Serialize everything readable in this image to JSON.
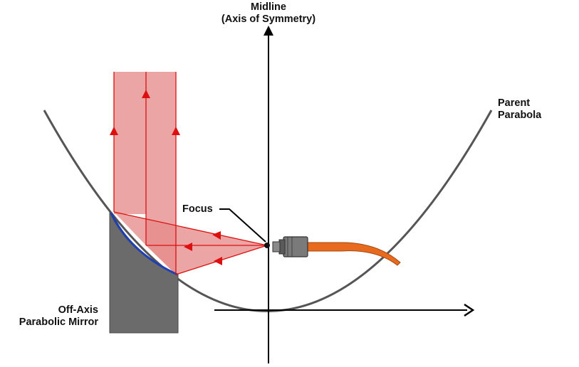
{
  "labels": {
    "midline_line1": "Midline",
    "midline_line2": "(Axis of Symmetry)",
    "parent_line1": "Parent",
    "parent_line2": "Parabola",
    "focus": "Focus",
    "mirror_line1": "Off-Axis",
    "mirror_line2": "Parabolic Mirror"
  },
  "colors": {
    "beam_fill": "#e58c8c",
    "beam_line": "#dd1010",
    "parabola": "#555555",
    "mirror_body": "#6b6b6b",
    "mirror_surface": "#1f3fb4",
    "axis": "#000000",
    "fiber_jacket": "#e86a1e",
    "fiber_connector": "#7a7a7a"
  },
  "icons": {
    "focus_marker": "focus-point-icon",
    "fiber_source": "fiber-optic-connector-icon"
  }
}
